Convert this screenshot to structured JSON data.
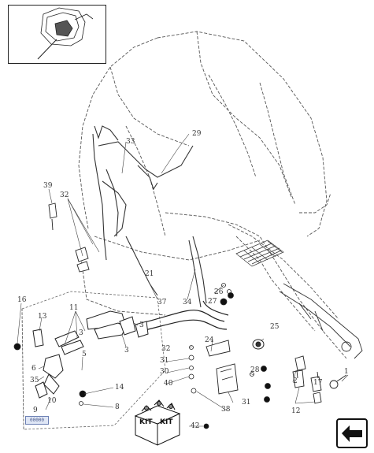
{
  "figure": {
    "inset_label": "",
    "reference_tag": "00000",
    "kit_box_text": [
      "KIT",
      "KIT"
    ]
  },
  "callouts": {
    "c29": "29",
    "c33": "33",
    "c39": "39",
    "c32": "32",
    "c37": "37",
    "c34": "34",
    "c27": "27",
    "c26": "26",
    "c16": "16",
    "c11": "11",
    "c13": "13",
    "c3": "3",
    "c25": "25",
    "c24": "24",
    "c5": "5",
    "c6": "6",
    "c35": "35",
    "c31": "31",
    "c30": "30",
    "c40": "40",
    "c38": "38",
    "c28": "28",
    "c14": "14",
    "c8": "8",
    "c9": "9",
    "c42": "42",
    "c1": "1",
    "c12": "12",
    "c17": "17",
    "c2": "2",
    "c21": "21",
    "c10": "10"
  }
}
